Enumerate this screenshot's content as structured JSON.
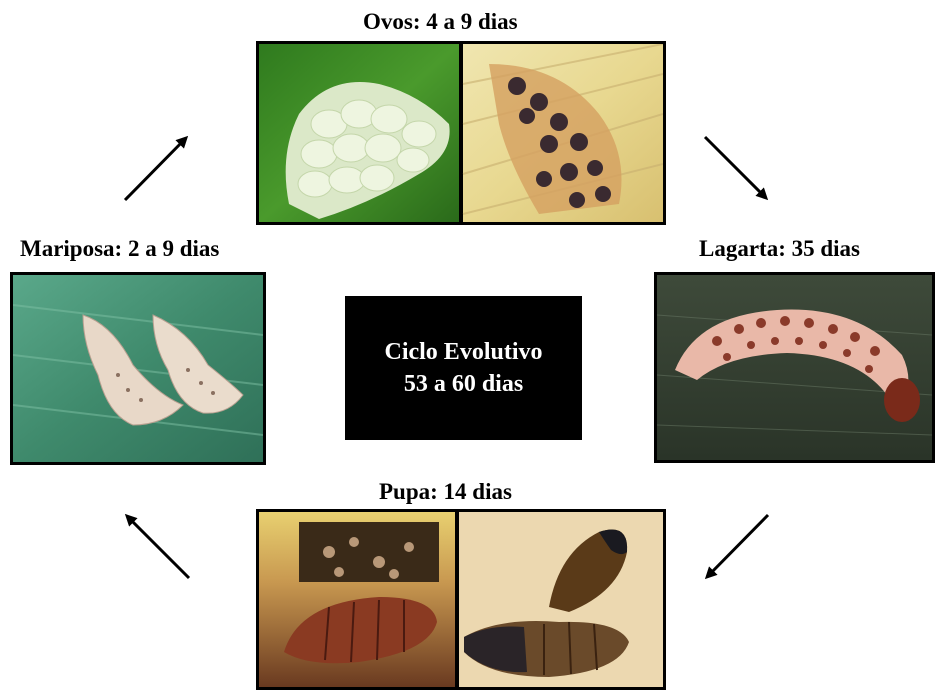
{
  "stages": {
    "eggs": {
      "label": "Ovos: 4 a 9 dias",
      "photo_left": "egg-mass-photo",
      "photo_right": "parasitized-eggs-photo"
    },
    "larva": {
      "label": "Lagarta: 35 dias",
      "photo": "caterpillar-photo"
    },
    "pupa": {
      "label": "Pupa: 14 dias",
      "photo_left": "pupa-in-stalk-photo",
      "photo_right": "pupae-photo"
    },
    "moth": {
      "label": "Mariposa: 2 a 9 dias",
      "photo": "moths-photo"
    }
  },
  "center": {
    "line1": "Ciclo Evolutivo",
    "line2": "53 a 60 dias"
  },
  "colors": {
    "frame": "#000000",
    "center_bg": "#000000",
    "center_text": "#ffffff",
    "arrow": "#000000"
  }
}
